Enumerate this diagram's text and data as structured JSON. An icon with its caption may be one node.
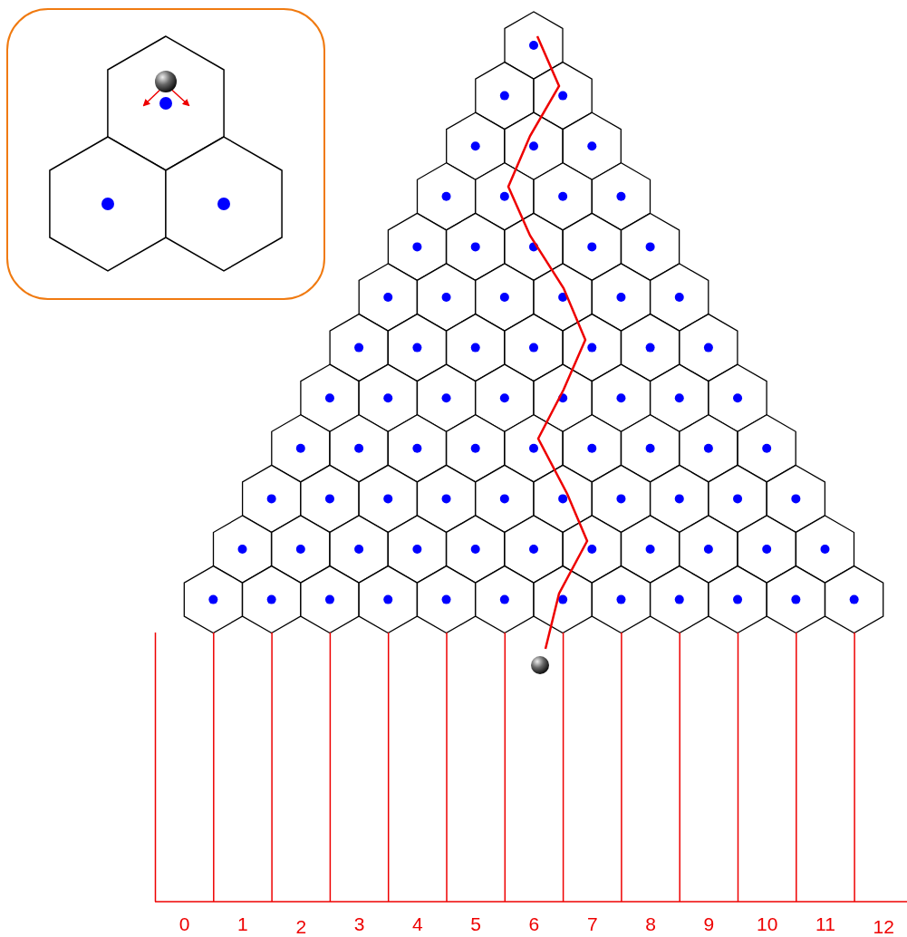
{
  "diagram": {
    "labels": [
      "0",
      "1",
      "2",
      "3",
      "4",
      "5",
      "6",
      "7",
      "8",
      "9",
      "10",
      "11",
      "12"
    ]
  }
}
